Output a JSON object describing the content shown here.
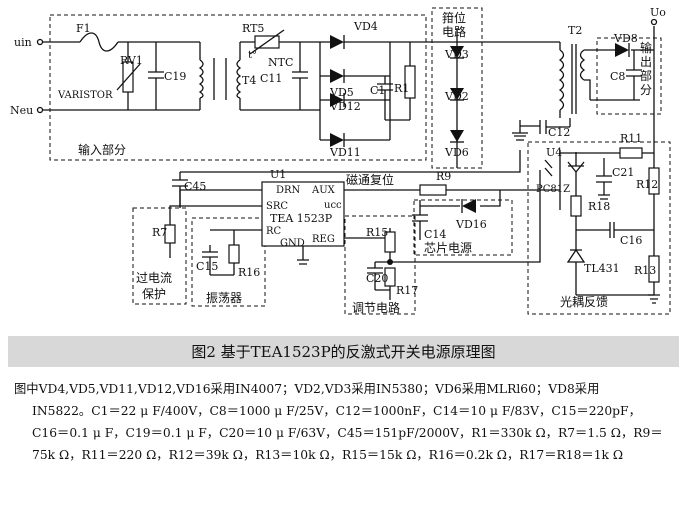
{
  "diagram": {
    "inputs": {
      "uin": "uin",
      "neu": "Neu"
    },
    "output": {
      "uo": "Uo"
    },
    "sections": {
      "input": "输入部分",
      "clamp": "箝位电路",
      "output": "输出部分",
      "overcurrent": "过电流保护",
      "oscillator": "振荡器",
      "regulation": "调节电路",
      "chip_power": "芯片电源",
      "optocoupler": "光耦反馈",
      "flux_reset": "磁通复位"
    },
    "components": {
      "F1": "F1",
      "RV1": "RV1",
      "varistor": "VARISTOR",
      "C19": "C19",
      "T4": "T4",
      "RT5": "RT5",
      "ntc": "NTC",
      "t_deg": "t°",
      "C11": "C11",
      "VD4": "VD4",
      "VD5": "VD5",
      "VD12": "VD12",
      "VD11": "VD11",
      "C1": "C1",
      "R1": "R1",
      "VD3": "VD3",
      "VD2": "VD2",
      "VD6": "VD6",
      "T2": "T2",
      "VD8": "VD8",
      "C8": "C8",
      "C12": "C12",
      "R11": "R11",
      "U4": "U4",
      "PC817": "PC81Z",
      "C21": "C21",
      "R12": "R12",
      "R18": "R18",
      "C16": "C16",
      "TL431": "TL431",
      "R13": "R13",
      "U1": "U1",
      "C45": "C45",
      "R7": "R7",
      "R9": "R9",
      "C15": "C15",
      "R16": "R16",
      "R15": "R15",
      "C20": "C20",
      "R17": "R17",
      "C14": "C14",
      "VD16": "VD16",
      "ucc": "ucc"
    },
    "ic": {
      "name": "TEA 1523P",
      "pins": {
        "drn": "DRN",
        "aux": "AUX",
        "src": "SRC",
        "rc": "RC",
        "gnd": "GND",
        "reg": "REG"
      }
    }
  },
  "caption": "图2  基于TEA1523P的反激式开关电源原理图",
  "notes": [
    "图中VD4,VD5,VD11,VD12,VD16采用IN4007；VD2,VD3采用IN5380；VD6采用MLRl60；VD8采用",
    "IN5822。C1＝22 μ F/400V，C8＝1000 μ F/25V，C12＝1000nF，C14＝10 μ F/83V，C15＝220pF，",
    "C16＝0.1 μ F，C19＝0.1 μ F，C20＝10 μ F/63V，C45＝151pF/2000V，R1＝330k Ω，R7＝1.5 Ω，R9＝",
    "75k Ω，R11＝220 Ω，R12＝39k Ω，R13＝10k Ω，R15＝15k Ω，R16＝0.2k Ω，R17＝R18＝1k Ω"
  ]
}
